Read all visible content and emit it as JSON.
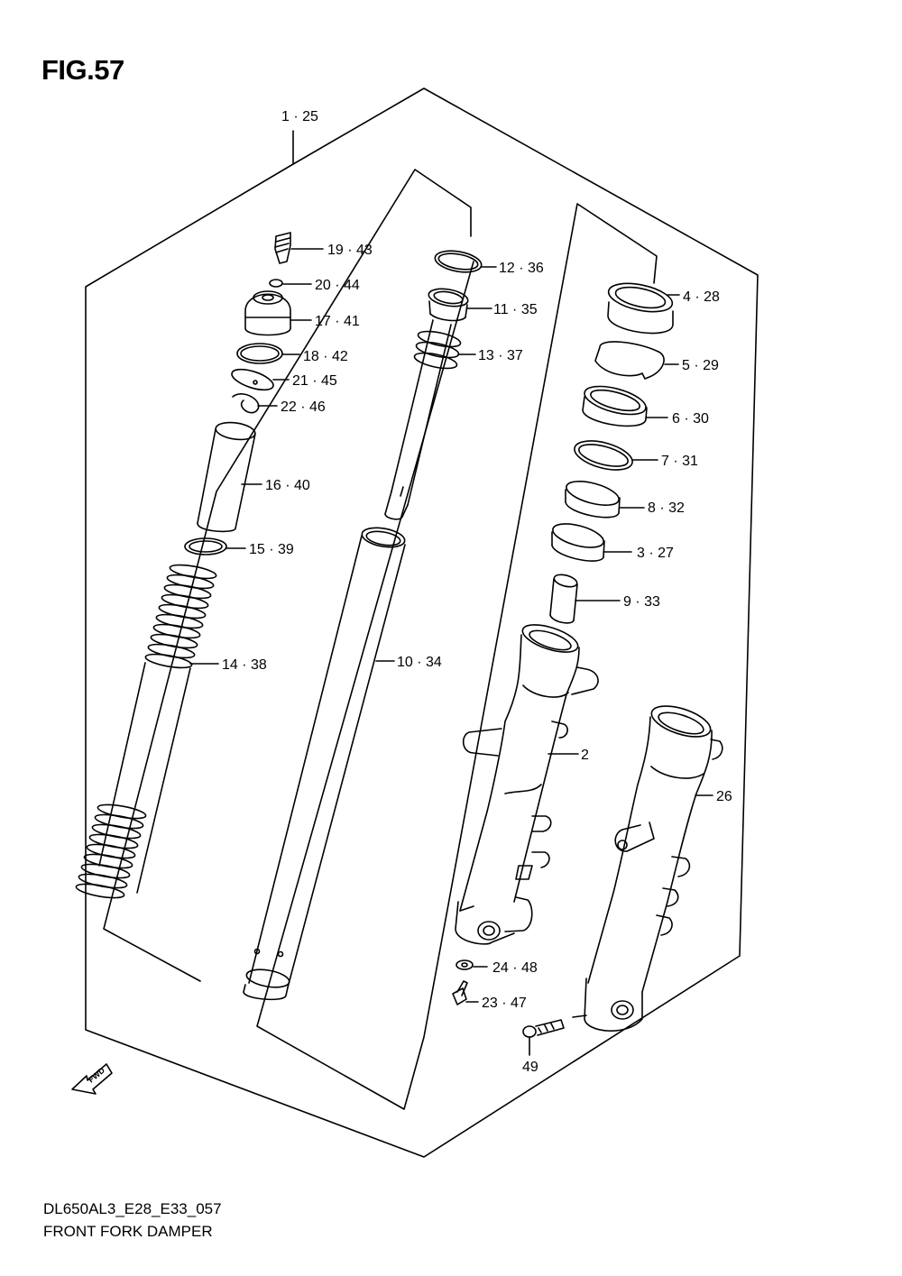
{
  "figure": {
    "title": "FIG.57",
    "code": "DL650AL3_E28_E33_057",
    "name": "FRONT FORK DAMPER"
  },
  "fwd_arrow_label": "FWD",
  "callouts": [
    {
      "id": "1-25",
      "label": "1 · 25"
    },
    {
      "id": "19-43",
      "label": "19 · 43"
    },
    {
      "id": "20-44",
      "label": "20 · 44"
    },
    {
      "id": "17-41",
      "label": "17 · 41"
    },
    {
      "id": "18-42",
      "label": "18 · 42"
    },
    {
      "id": "21-45",
      "label": "21 · 45"
    },
    {
      "id": "22-46",
      "label": "22 · 46"
    },
    {
      "id": "16-40",
      "label": "16 · 40"
    },
    {
      "id": "15-39",
      "label": "15 · 39"
    },
    {
      "id": "14-38",
      "label": "14 · 38"
    },
    {
      "id": "12-36",
      "label": "12 · 36"
    },
    {
      "id": "11-35",
      "label": "11 · 35"
    },
    {
      "id": "13-37",
      "label": "13 · 37"
    },
    {
      "id": "10-34",
      "label": "10 · 34"
    },
    {
      "id": "4-28",
      "label": "4 · 28"
    },
    {
      "id": "5-29",
      "label": "5 · 29"
    },
    {
      "id": "6-30",
      "label": "6 · 30"
    },
    {
      "id": "7-31",
      "label": "7 · 31"
    },
    {
      "id": "8-32",
      "label": "8 · 32"
    },
    {
      "id": "3-27",
      "label": "3 · 27"
    },
    {
      "id": "9-33",
      "label": "9 · 33"
    },
    {
      "id": "2",
      "label": "2"
    },
    {
      "id": "26",
      "label": "26"
    },
    {
      "id": "24-48",
      "label": "24 · 48"
    },
    {
      "id": "23-47",
      "label": "23 · 47"
    },
    {
      "id": "49",
      "label": "49"
    }
  ]
}
